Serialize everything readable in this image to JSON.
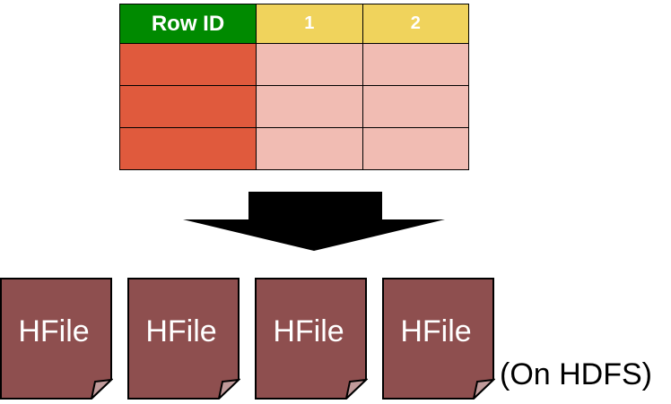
{
  "table": {
    "headers": [
      "Row ID",
      "1",
      "2"
    ],
    "row_count": 3
  },
  "hfiles": [
    {
      "label": "HFile"
    },
    {
      "label": "HFile"
    },
    {
      "label": "HFile"
    },
    {
      "label": "HFile"
    }
  ],
  "footer_note": "(On HDFS)",
  "colors": {
    "row_id_header": "#008a00",
    "column_header": "#f0d35c",
    "row_id_cell": "#e05a3d",
    "data_cell": "#f1bcb3",
    "hfile_fill": "#8e4f4f"
  }
}
